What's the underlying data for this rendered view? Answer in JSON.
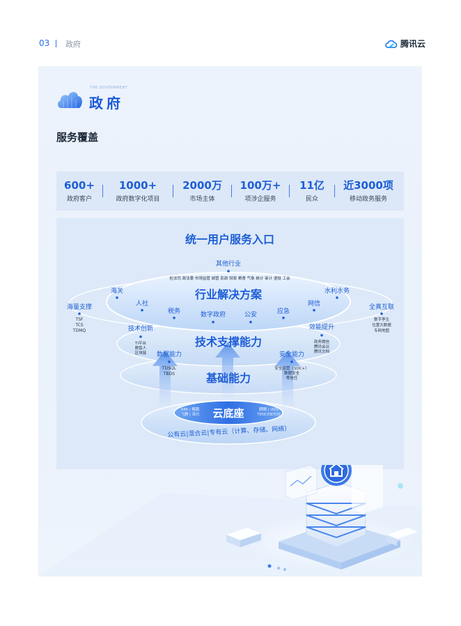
{
  "header": {
    "page_number": "03",
    "section": "政府",
    "logo_text": "腾讯云"
  },
  "brand": {
    "subtitle": "THE GOVERNMENT",
    "title": "政府"
  },
  "coverage": {
    "title": "服务覆盖",
    "stats": [
      {
        "value": "600+",
        "label": "政府客户"
      },
      {
        "value": "1000+",
        "label": "政府数字化项目"
      },
      {
        "value": "2000万",
        "label": "市场主体"
      },
      {
        "value": "100万+",
        "label": "项涉企服务"
      },
      {
        "value": "11亿",
        "label": "民众"
      },
      {
        "value": "近3000项",
        "label": "移动政务服务"
      }
    ]
  },
  "diagram": {
    "top_title": "统一用户服务入口",
    "other_industries": {
      "title": "其他行业",
      "items": "检法司  政法委  市场监管  城管  民政  财政  粮食  气象  统计  审计  退役  工会"
    },
    "industry_solutions": "行业解决方案",
    "industry_nodes": [
      "海关",
      "人社",
      "税务",
      "数字政府",
      "公安",
      "应急",
      "网信",
      "水利水务"
    ],
    "left_outer": {
      "title": "海量支撑",
      "lines": [
        "TSF",
        "TCS",
        "TDMQ"
      ]
    },
    "right_outer": {
      "title": "全真互联",
      "lines": [
        "数字孪生",
        "位置大数据",
        "专网地图"
      ]
    },
    "tech_support": "技术支撑能力",
    "tech_innovation": {
      "title": "技术创新",
      "lines": [
        "TI平台",
        "数智人",
        "区块链"
      ]
    },
    "efficiency": {
      "title": "效能提升",
      "lines": [
        "政务微信",
        "腾讯会议",
        "腾讯文档"
      ]
    },
    "data_capability": {
      "title": "数据能力",
      "lines": [
        "TDSQL",
        "TBDS"
      ]
    },
    "security_capability": {
      "title": "安全能力",
      "lines": [
        "安全运营（SOC+）",
        "数据安全",
        "零信任"
      ]
    },
    "base_capability": "基础能力",
    "cloud_base": "云底座",
    "cloud_left": [
      "X86 | 鲲鹏",
      "飞腾 | 海光"
    ],
    "cloud_right": [
      "麒麟 | UOS",
      "TENCENTOS"
    ],
    "cloud_types": "公有云|混合云|专有云（计算、存储、网络）"
  },
  "colors": {
    "primary": "#1e5ed6",
    "panel": "#edf3fc",
    "box": "#dce8f8"
  }
}
